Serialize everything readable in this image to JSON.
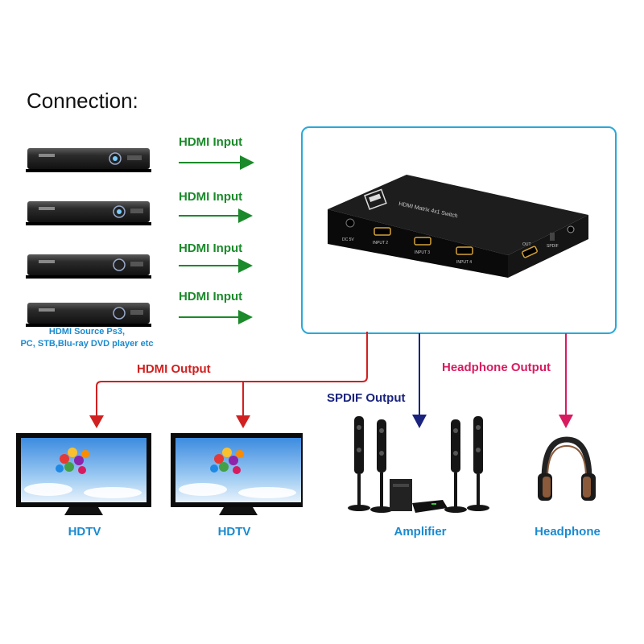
{
  "title": "Connection:",
  "inputs": [
    {
      "label": "HDMI Input"
    },
    {
      "label": "HDMI Input"
    },
    {
      "label": "HDMI Input"
    },
    {
      "label": "HDMI Input"
    }
  ],
  "source_note": {
    "line1": "HDMI  Source Ps3,",
    "line2": "PC, STB,Blu-ray DVD player etc"
  },
  "device": {
    "top_label": "HDMI Matrix 4x1 Switch",
    "port_dc": "DC 5V",
    "port_in2": "INPUT 2",
    "port_in3": "INPUT 3",
    "port_in4": "INPUT 4",
    "port_out": "OUT",
    "port_spdif": "SPDIF"
  },
  "outputs": {
    "hdmi_output_label": "HDMI  Output",
    "spdif_output_label": "SPDIF Output",
    "headphone_output_label": "Headphone  Output"
  },
  "targets": [
    {
      "label": "HDTV"
    },
    {
      "label": "HDTV"
    },
    {
      "label": "Amplifier"
    },
    {
      "label": "Headphone"
    }
  ],
  "colors": {
    "green": "#1a8a2a",
    "red": "#d12020",
    "navy": "#1a237e",
    "pink": "#d81b60",
    "blue": "#1a8ad0",
    "box_border": "#29a8d8"
  }
}
